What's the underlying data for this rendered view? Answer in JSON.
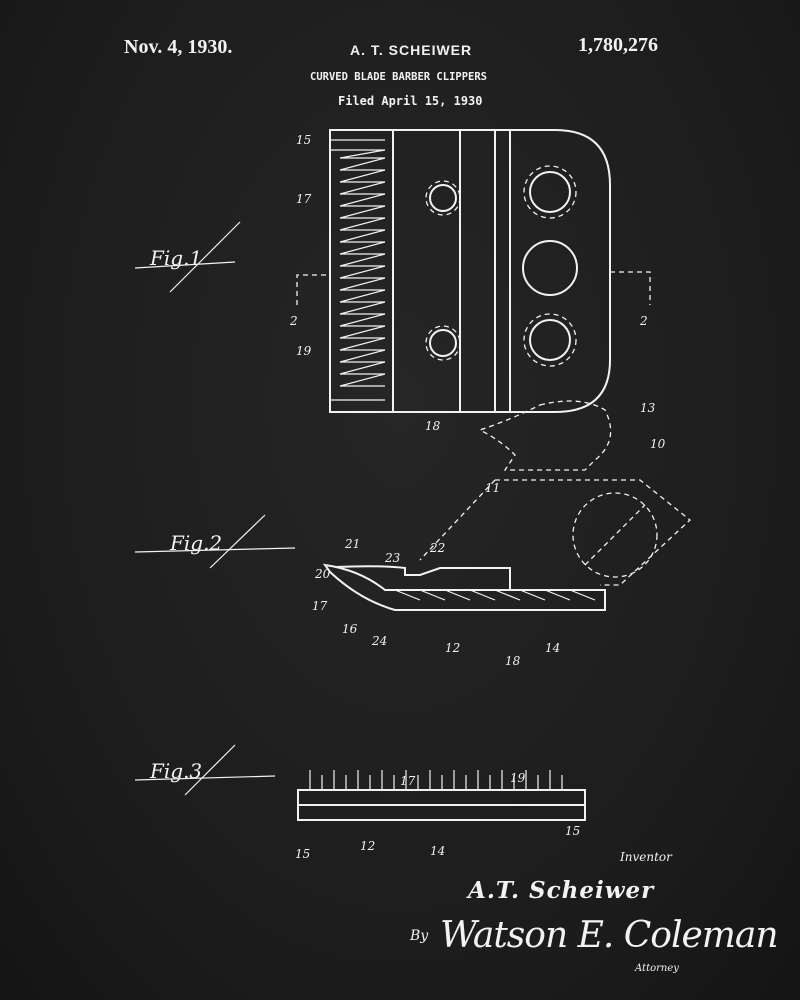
{
  "header": {
    "date": "Nov. 4, 1930.",
    "inventor_name": "A. T. SCHEIWER",
    "patent_number": "1,780,276",
    "title": "CURVED BLADE BARBER CLIPPERS",
    "filed": "Filed April 15, 1930"
  },
  "figures": {
    "fig1": {
      "label": "Fig.1",
      "refs": [
        "15",
        "17",
        "19",
        "18",
        "2",
        "2",
        "13"
      ]
    },
    "fig2": {
      "label": "Fig.2",
      "refs": [
        "21",
        "20",
        "17",
        "16",
        "24",
        "23",
        "22",
        "12",
        "18",
        "14",
        "11",
        "10"
      ]
    },
    "fig3": {
      "label": "Fig.3",
      "refs": [
        "17",
        "19",
        "15",
        "12",
        "14",
        "15"
      ]
    }
  },
  "signature": {
    "inventor_label": "Inventor",
    "inventor_signature": "A.T. Scheiwer",
    "by": "By",
    "attorney_signature": "Watson E. Coleman",
    "attorney_label": "Attorney"
  }
}
